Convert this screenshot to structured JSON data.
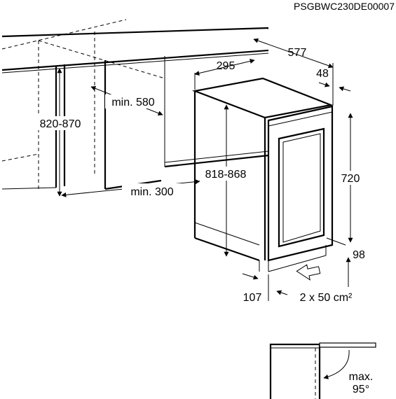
{
  "doc_code": "PSGBWC230DE00007",
  "dimensions": {
    "width_577": "577",
    "depth_295": "295",
    "door_48": "48",
    "niche_height": "820-870",
    "min_depth": "min. 580",
    "appliance_height": "818-868",
    "door_height": "720",
    "min_width": "min. 300",
    "side_98": "98",
    "front_107": "107",
    "ventilation": "2 x 50 cm²"
  },
  "door_opening": {
    "max_label": "max.",
    "angle_label": "95°"
  }
}
